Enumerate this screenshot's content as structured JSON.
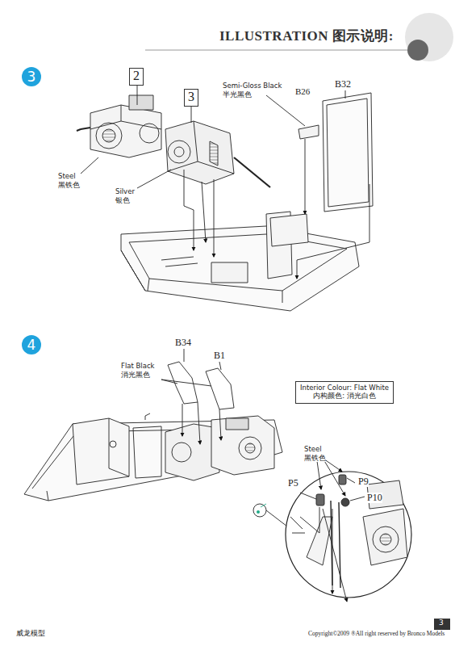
{
  "diagram": {
    "title": "ILLUSTRATION 图示说明:",
    "nodes": [
      {
        "text": [
          "3"
        ]
      },
      {
        "text": [
          "2"
        ]
      },
      {
        "text": [
          "3"
        ]
      },
      {
        "text": [
          "4"
        ]
      },
      {
        "text": [
          "Interior Colour: Flat White",
          "内构颜色: 消光白色"
        ]
      }
    ],
    "labels": [
      "Semi-Gloss Black",
      "半光黑色",
      "B26",
      "B32",
      "Steel",
      "黑铁色",
      "Silver",
      "银色",
      "B34",
      "B1",
      "Flat Black",
      "消光黑色",
      "Steel",
      "黑铁色",
      "P5",
      "P9",
      "P10",
      "威龙模型",
      "Copyright©2009 ®All right reserved by Bronco Models",
      "3"
    ]
  }
}
